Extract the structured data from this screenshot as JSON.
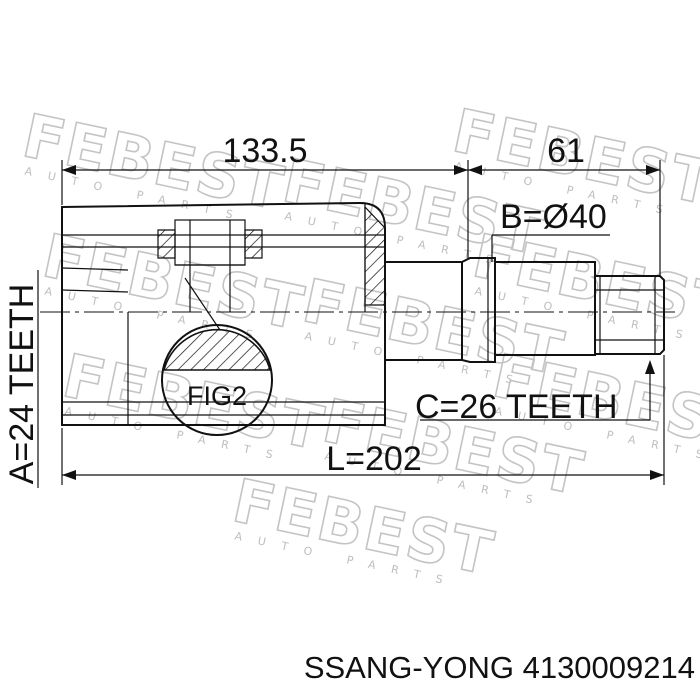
{
  "watermark": {
    "brand": "FEBEST",
    "subtext": "AUTO PARTS"
  },
  "dimensions": {
    "length_a": "133.5",
    "length_b": "61",
    "diameter": "B=Ø40",
    "outer_teeth": "A=24 TEETH",
    "inner_teeth": "C=26 TEETH",
    "total_length": "L=202"
  },
  "detail_label": "FIG2",
  "part_caption": "SSANG-YONG 4130009214",
  "colors": {
    "line": "#111111",
    "watermark": "#c4c4c4",
    "background": "#ffffff"
  }
}
